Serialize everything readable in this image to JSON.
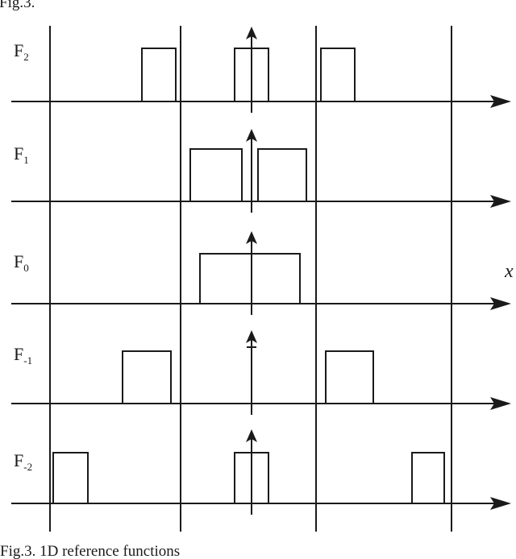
{
  "header": {
    "text": "Fig.3."
  },
  "caption": {
    "text": "Fig.3. 1D reference functions"
  },
  "axis": {
    "label": "x"
  },
  "rows": [
    {
      "label_main": "F",
      "label_sub": "2"
    },
    {
      "label_main": "F",
      "label_sub": "1"
    },
    {
      "label_main": "F",
      "label_sub": "0"
    },
    {
      "label_main": "F",
      "label_sub": "-1"
    },
    {
      "label_main": "F",
      "label_sub": "-2"
    }
  ],
  "colors": {
    "line": "#1a1a1a",
    "background": "#ffffff"
  }
}
